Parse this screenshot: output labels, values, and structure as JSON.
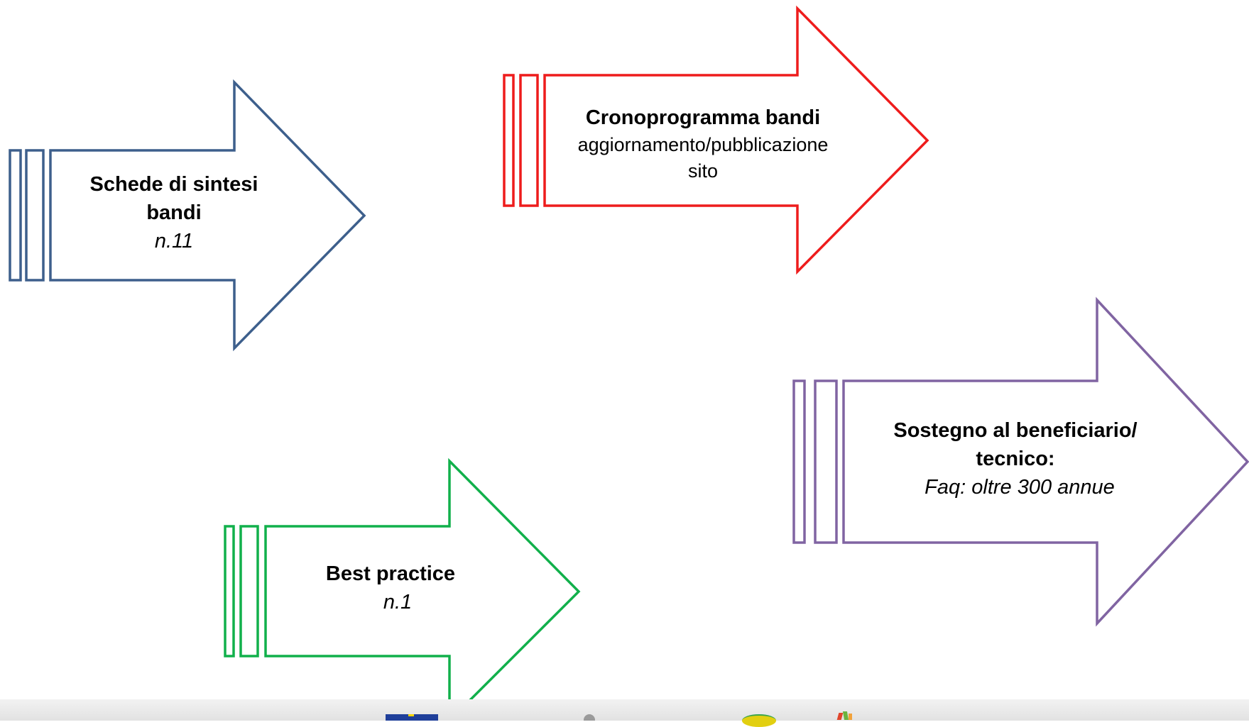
{
  "arrows": [
    {
      "id": "schede",
      "color": "#3d5f8c",
      "title": "Schede di sintesi bandi",
      "detail": "n.11"
    },
    {
      "id": "crono",
      "color": "#ee1c1c",
      "title": "Cronoprogramma bandi",
      "detail": "aggiornamento/pubblicazione sito"
    },
    {
      "id": "sostegno",
      "color": "#8064a2",
      "title": "Sostegno al beneficiario/ tecnico:",
      "detail": "Faq: oltre 300 annue"
    },
    {
      "id": "best",
      "color": "#11b04b",
      "title": "Best practice",
      "detail": "n.1"
    }
  ],
  "footer": {
    "logos": [
      "eu-flag-logo",
      "republic-emblem-logo",
      "region-logo",
      "psr-logo"
    ]
  }
}
